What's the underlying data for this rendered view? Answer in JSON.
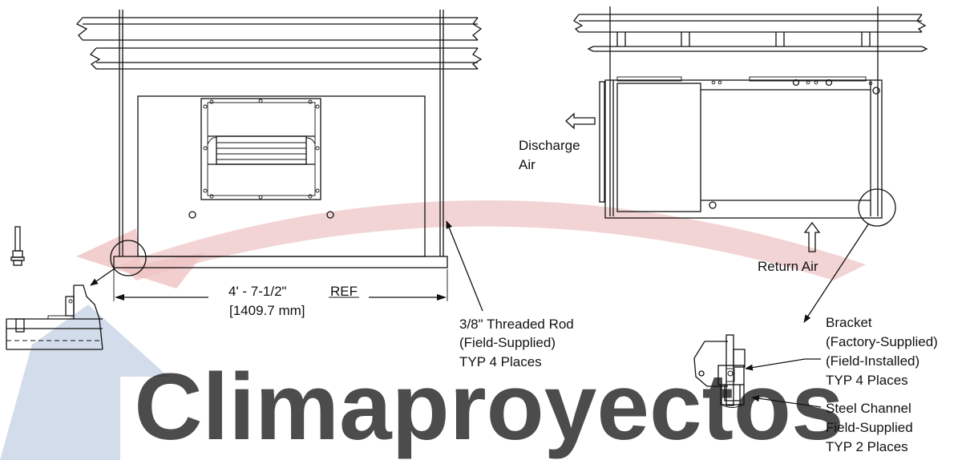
{
  "watermark": {
    "text": "Climaproyectos",
    "color": "#c9c9c9",
    "arrow_red": "#e8b9b9",
    "arrow_blue": "#bcc9e0"
  },
  "front_view": {
    "dimension_imperial": "4' - 7-1/2\"",
    "dimension_ref": "REF",
    "dimension_metric": "[1409.7 mm]",
    "rod_label_1": "3/8\" Threaded Rod",
    "rod_label_2": "(Field-Supplied)",
    "rod_label_3": "TYP 4 Places"
  },
  "side_view": {
    "discharge_1": "Discharge",
    "discharge_2": "Air",
    "return_air": "Return Air",
    "bracket_1": "Bracket",
    "bracket_2": "(Factory-Supplied)",
    "bracket_3": "(Field-Installed)",
    "bracket_4": "TYP 4 Places",
    "channel_1": "Steel Channel",
    "channel_2": "Field-Supplied",
    "channel_3": "TYP 2 Places"
  }
}
